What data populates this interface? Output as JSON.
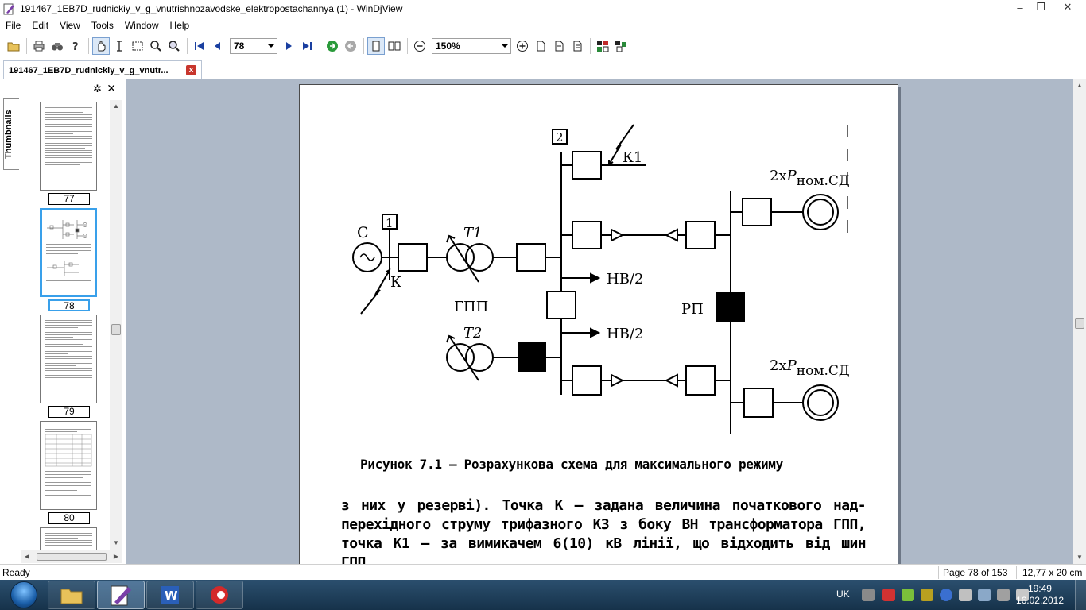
{
  "window": {
    "title": "191467_1EB7D_rudnickiy_v_g_vnutrishnozavodske_elektropostachannya (1) - WinDjView",
    "minimize": "–",
    "maximize": "❐",
    "close": "✕"
  },
  "menu": [
    "File",
    "Edit",
    "View",
    "Tools",
    "Window",
    "Help"
  ],
  "toolbar": {
    "page_value": "78",
    "zoom_value": "150%"
  },
  "tab": {
    "label": "191467_1EB7D_rudnickiy_v_g_vnutr...",
    "close": "x"
  },
  "sidebar": {
    "tab_label": "Thumbnails",
    "gear": "✲",
    "close": "✕",
    "thumbnails": [
      {
        "num": "77"
      },
      {
        "num": "78"
      },
      {
        "num": "79"
      },
      {
        "num": "80"
      }
    ]
  },
  "diagram": {
    "bus1": "1",
    "bus2": "2",
    "source": "С",
    "t1": "T1",
    "t2": "T2",
    "k": "К",
    "k1": "К1",
    "nv1": "НВ/2",
    "nv2": "НВ/2",
    "gpp": "ГПП",
    "rp": "РП",
    "p1_prefix": "2х",
    "p1_var": "P",
    "p1_sub": "ном.СД",
    "p2_prefix": "2х",
    "p2_var": "P",
    "p2_sub": "ном.СД"
  },
  "document": {
    "caption": "Рисунок 7.1 – Розрахункова схема для максимального режиму",
    "paragraph": "з них у резерві). Точка К – задана величина початкового над-перехідного струму трифазного КЗ з боку ВН трансформатора ГПП, точка К1 – за вимикачем 6(10) кВ лінії, що відходить від шин ГПП."
  },
  "status": {
    "ready": "Ready",
    "page_info": "Page 78 of 153",
    "size": "12,77 x 20 cm"
  },
  "taskbar": {
    "lang": "UK",
    "time": "19:49",
    "date": "16.02.2012"
  },
  "colors": {
    "viewer_bg": "#aeb9c8",
    "selected_thumb": "#39a0ea",
    "taskbar": "#1e3f5c"
  }
}
